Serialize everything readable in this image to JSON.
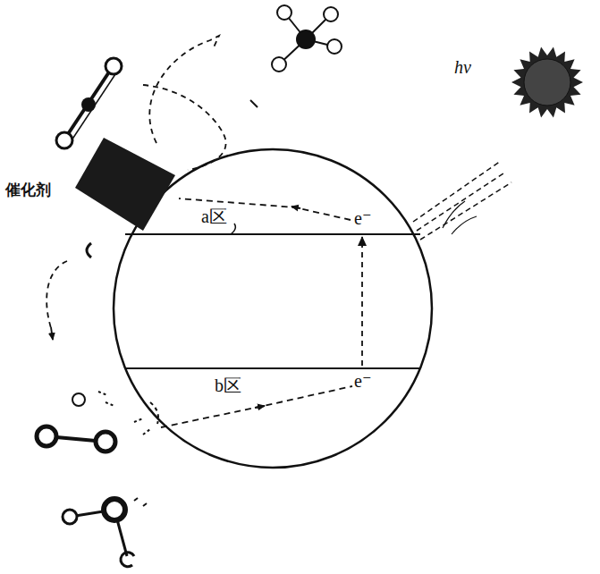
{
  "diagram": {
    "nodes": [
      {
        "text": [
          "催化剂"
        ]
      },
      {
        "text": [
          "a区"
        ]
      },
      {
        "text": [
          "b区"
        ]
      }
    ],
    "edges": [
      {
        "from": 2,
        "to": 1,
        "arrow": "to"
      }
    ],
    "labels": [
      "hν",
      "e⁻",
      "e⁻"
    ]
  }
}
